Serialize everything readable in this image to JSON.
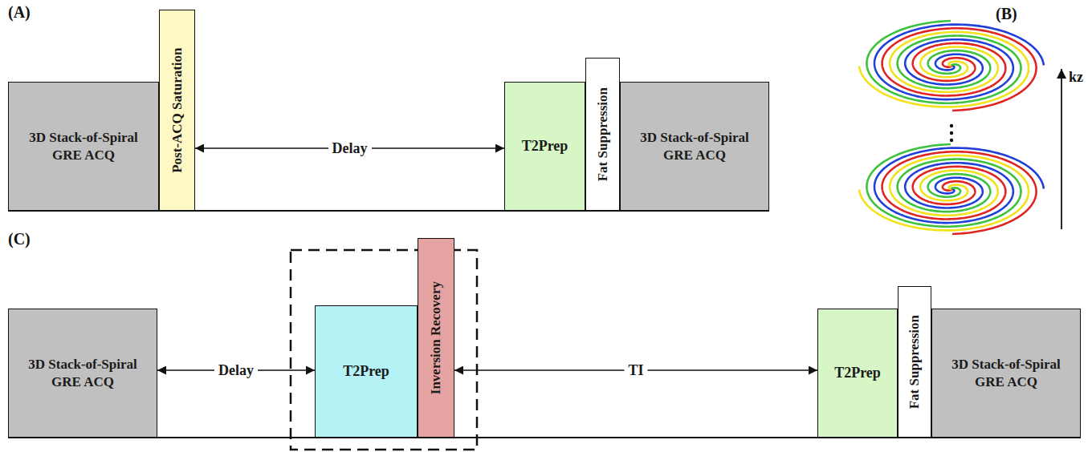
{
  "diagram": {
    "nodes": [
      {
        "text": [
          "3D Stack-of-Spiral GRE ACQ"
        ]
      },
      {
        "text": [
          "Post-ACQ Saturation"
        ]
      },
      {
        "text": [
          "T2Prep"
        ]
      },
      {
        "text": [
          "Fat Suppression"
        ]
      },
      {
        "text": [
          "3D Stack-of-Spiral GRE ACQ"
        ]
      },
      {
        "text": [
          "3D Stack-of-Spiral GRE ACQ"
        ]
      },
      {
        "text": [
          "T2Prep"
        ]
      },
      {
        "text": [
          "Inversion Recovery"
        ]
      },
      {
        "text": [
          "T2Prep"
        ]
      },
      {
        "text": [
          "Fat Suppression"
        ]
      },
      {
        "text": [
          "3D Stack-of-Spiral GRE ACQ"
        ]
      }
    ],
    "edges": [
      {
        "from": 1,
        "to": 2,
        "arrow": "both",
        "label": "Delay"
      },
      {
        "from": 5,
        "to": 6,
        "arrow": "both",
        "label": "Delay"
      },
      {
        "from": 7,
        "to": 8,
        "arrow": "both",
        "label": "TI"
      }
    ],
    "labels": [
      "(A)",
      "(B)",
      "kz",
      "(C)"
    ]
  }
}
